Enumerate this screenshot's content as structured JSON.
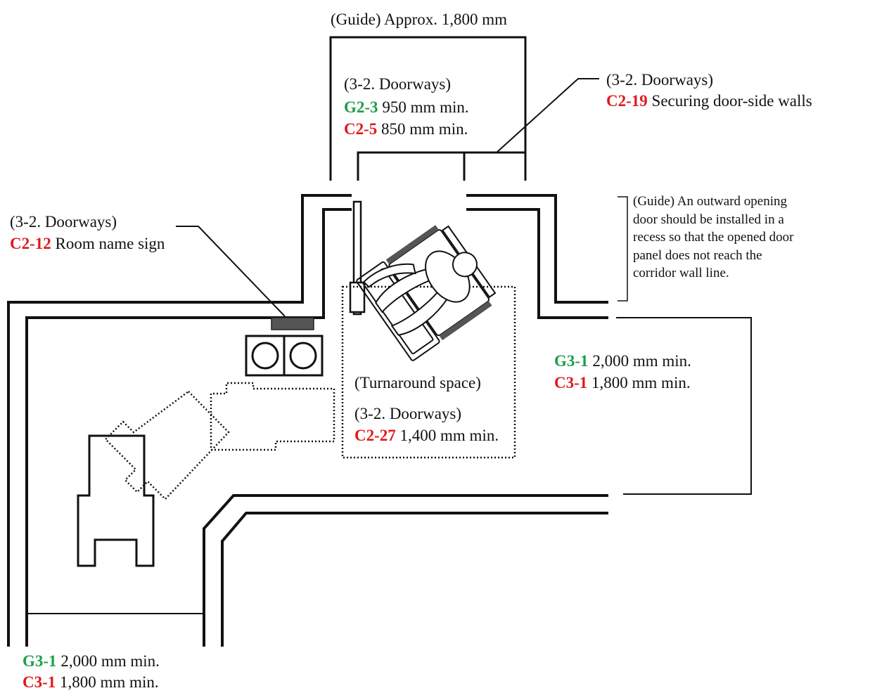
{
  "colors": {
    "line": "#111111",
    "code_green": "#1a9e4a",
    "code_red": "#e0191c",
    "sign": "#555555"
  },
  "top_width": {
    "text": "(Guide) Approx. 1,800 mm"
  },
  "doorway_width": {
    "heading": "(3-2. Doorways)",
    "line1_code": "G2-3",
    "line1_text": " 950 mm min.",
    "line2_code": "C2-5",
    "line2_text": " 850 mm min."
  },
  "door_side_walls": {
    "heading": "(3-2. Doorways)",
    "code": "C2-19",
    "text": " Securing door-side walls"
  },
  "room_sign": {
    "heading": "(3-2. Doorways)",
    "code": "C2-12",
    "text": " Room name sign"
  },
  "outward_door_note": {
    "lines": [
      "(Guide) An outward opening",
      "door should be installed in a",
      "recess so that the opened door",
      "panel does not reach the",
      "corridor wall line."
    ]
  },
  "turnaround": {
    "title": "(Turnaround space)",
    "heading": "(3-2. Doorways)",
    "code": "C2-27",
    "text": " 1,400 mm min."
  },
  "corridor_right": {
    "line1_code": "G3-1",
    "line1_text": " 2,000 mm min.",
    "line2_code": "C3-1",
    "line2_text": " 1,800 mm min."
  },
  "corridor_bottom": {
    "line1_code": "G3-1",
    "line1_text": " 2,000 mm min.",
    "line2_code": "C3-1",
    "line2_text": " 1,800 mm min."
  },
  "icons": [
    "wheelchair-user-icon",
    "sofa-icon",
    "bench-icon",
    "room-sign-plate",
    "door-leaf"
  ]
}
